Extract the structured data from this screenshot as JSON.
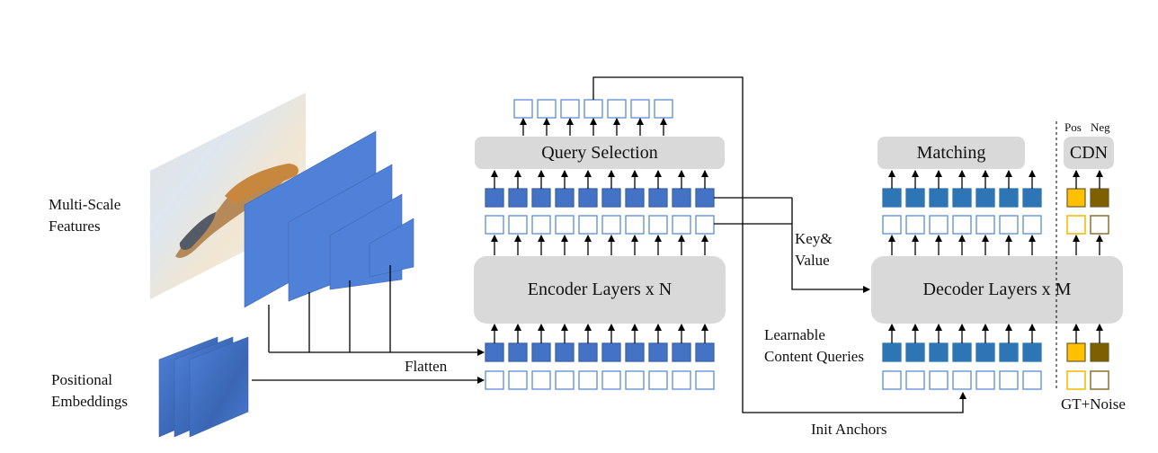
{
  "labels": {
    "multi_scale_features": [
      "Multi-Scale",
      "Features"
    ],
    "positional_embeddings": [
      "Positional",
      "Embeddings"
    ],
    "flatten": "Flatten",
    "query_selection": "Query Selection",
    "encoder": "Encoder Layers x N",
    "key_value": [
      "Key&",
      "Value"
    ],
    "matching": "Matching",
    "cdn": "CDN",
    "pos": "Pos",
    "neg": "Neg",
    "decoder": "Decoder Layers x M",
    "learnable_content_queries": [
      "Learnable",
      "Content Queries"
    ],
    "gt_noise": "GT+Noise",
    "init_anchors": "Init Anchors"
  },
  "counts": {
    "encoder_tokens": 10,
    "selected_queries": 7,
    "decoder_queries": 7,
    "cdn_groups": 2,
    "feature_maps": 4,
    "positional_maps": 3
  },
  "colors": {
    "feature_blue": "#4f81d8",
    "encoder_token_fill": "#4472c4",
    "token_outline": "#5b8bd6",
    "decoder_token_fill": "#2e75b6",
    "block_gray": "#d9d9d9",
    "pos_fill": "#ffc000",
    "pos_outline": "#f2b800",
    "neg_fill": "#7f6000",
    "neg_outline": "#8a7030",
    "line": "#000000"
  }
}
